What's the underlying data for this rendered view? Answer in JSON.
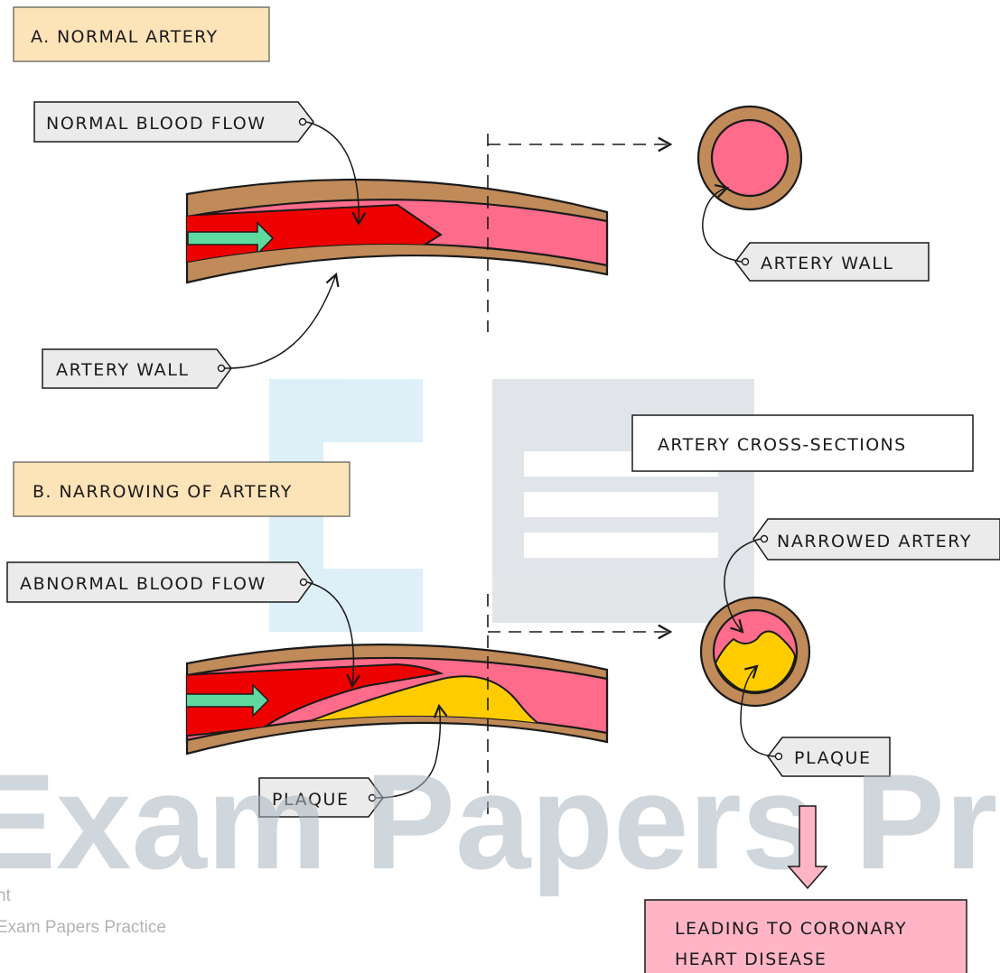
{
  "sections": {
    "a_title": "A. NORMAL  ARTERY",
    "b_title": "B. NARROWING OF ARTERY"
  },
  "labels": {
    "normal_blood_flow": "NORMAL  BLOOD  FLOW",
    "artery_wall_a": "ARTERY  WALL",
    "artery_wall_cross": "ARTERY  WALL",
    "abnormal_blood_flow": "ABNORMAL  BLOOD  FLOW",
    "plaque_b": "PLAQUE",
    "narrowed_artery": "NARROWED  ARTERY",
    "plaque_cross": "PLAQUE",
    "cross_sections": "ARTERY  CROSS-SECTIONS",
    "outcome_line1": "LEADING  TO  CORONARY",
    "outcome_line2": "HEART  DISEASE"
  },
  "watermark": {
    "big": "Exam Papers Practice",
    "small_line1": "ht",
    "small_line2": "Exam Papers Practice"
  },
  "colors": {
    "artery_wall": "#c08a59",
    "lumen": "#ff6b8a",
    "blood": "#ee0000",
    "plaque": "#ffcc00",
    "flow_arrow": "#5fd9a0",
    "label_bg": "#ebebeb",
    "title_bg": "#fde3b8",
    "outcome_bg": "#ffb5c3"
  }
}
